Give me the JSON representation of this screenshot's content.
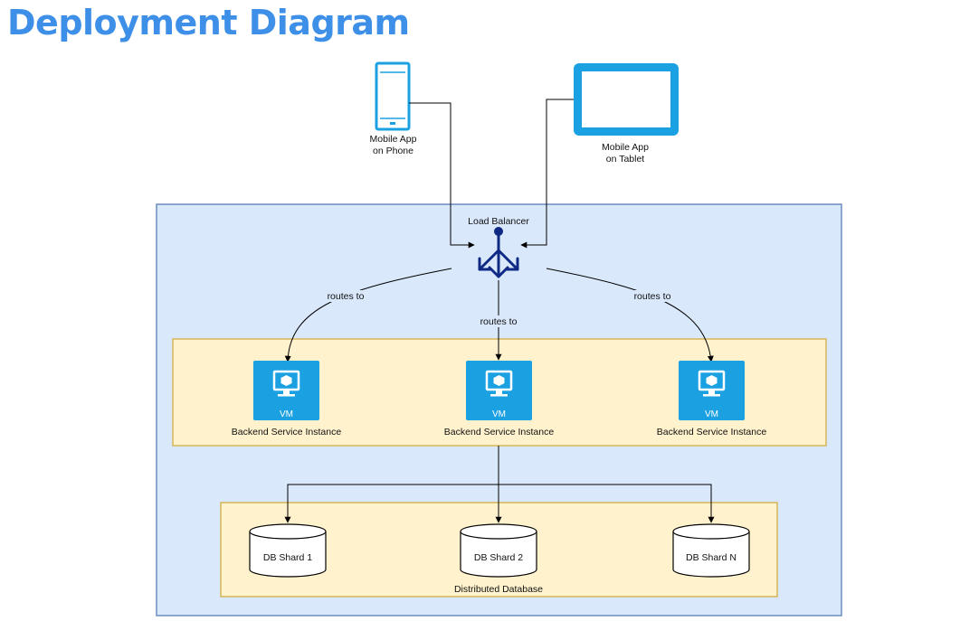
{
  "title": "Deployment Diagram",
  "clients": {
    "phone_label": [
      "Mobile App",
      "on Phone"
    ],
    "tablet_label": [
      "Mobile App",
      "on Tablet"
    ]
  },
  "load_balancer": {
    "label": "Load Balancer"
  },
  "edges": {
    "left": "routes to",
    "center": "routes to",
    "right": "routes to"
  },
  "backend": {
    "vm_badge": "VM",
    "instances": [
      {
        "label": "Backend Service Instance"
      },
      {
        "label": "Backend Service Instance"
      },
      {
        "label": "Backend Service Instance"
      }
    ]
  },
  "database": {
    "label": "Distributed Database",
    "shards": [
      "DB Shard 1",
      "DB Shard 2",
      "DB Shard N"
    ]
  },
  "colors": {
    "title": "#3d8fe8",
    "cloud_fill": "#dae8fc",
    "cloud_stroke": "#6c8ebf",
    "group_fill": "#fff2cc",
    "group_stroke": "#d6b656",
    "device": "#1ba1e2",
    "load_balancer": "#0f2a85",
    "vm": "#1ba1e2"
  }
}
